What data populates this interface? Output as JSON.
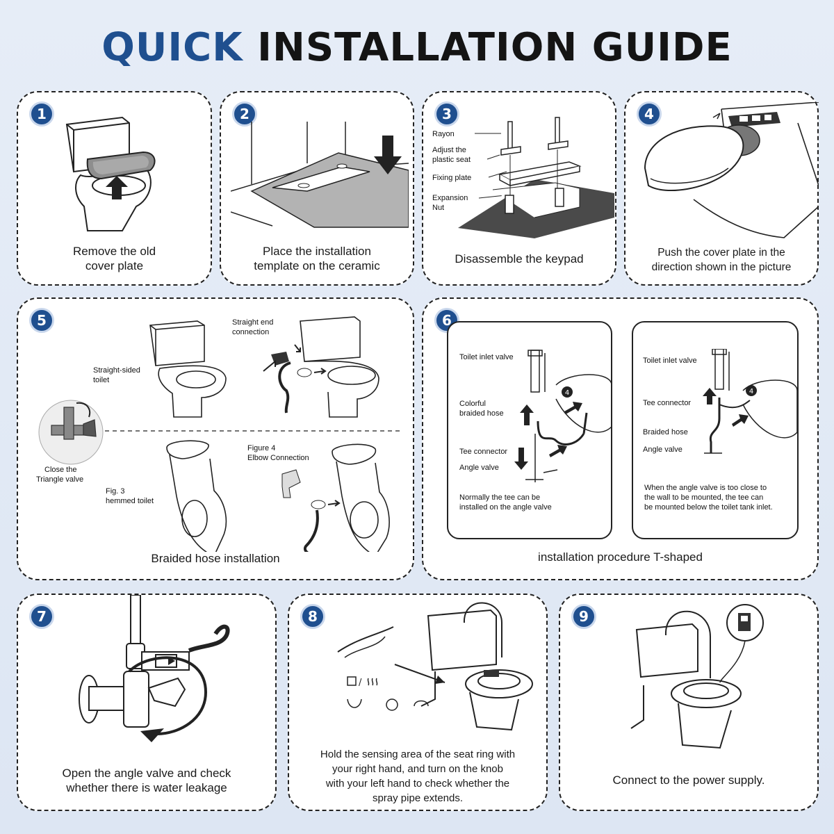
{
  "title": {
    "part1": "QUICK",
    "part2": "INSTALLATION GUIDE"
  },
  "colors": {
    "accent": "#1f4f8f",
    "background": "#e3eaf5",
    "card": "#ffffff",
    "text": "#1a1a1a"
  },
  "steps": [
    {
      "number": "1",
      "caption_line1": "Remove the old",
      "caption_line2": "cover plate"
    },
    {
      "number": "2",
      "caption_line1": "Place the installation",
      "caption_line2": "template on the ceramic"
    },
    {
      "number": "3",
      "caption": "Disassemble the keypad",
      "labels": {
        "rayon": "Rayon",
        "adjust1": "Adjust the",
        "adjust2": "plastic seat",
        "fixing": "Fixing plate",
        "exp1": "Expansion",
        "exp2": "Nut"
      }
    },
    {
      "number": "4",
      "caption_line1": "Push the cover plate in the",
      "caption_line2": "direction shown in the picture"
    },
    {
      "number": "5",
      "caption": "Braided hose installation",
      "labels": {
        "straight_end1": "Straight end",
        "straight_end2": "connection",
        "straight_sided1": "Straight-sided",
        "straight_sided2": "toilet",
        "close1": "Close the",
        "close2": "Triangle valve",
        "fig3a": "Fig. 3",
        "fig3b": "hemmed toilet",
        "fig4a": "Figure 4",
        "fig4b": "Elbow Connection"
      }
    },
    {
      "number": "6",
      "caption": "installation procedure T-shaped",
      "left": {
        "inlet": "Toilet inlet valve",
        "braided1": "Colorful",
        "braided2": "braided hose",
        "tee": "Tee connector",
        "angle": "Angle valve",
        "note1": "Normally the tee can be",
        "note2": "installed on the angle valve",
        "badge": "4"
      },
      "right": {
        "inlet": "Toilet inlet valve",
        "tee": "Tee connector",
        "braided": "Braided hose",
        "angle": "Angle valve",
        "note1": "When the angle valve is too close to",
        "note2": "the wall to be mounted, the tee can",
        "note3": "be mounted below the toilet tank inlet.",
        "badge": "4"
      }
    },
    {
      "number": "7",
      "caption_line1": "Open the angle valve and check",
      "caption_line2": "whether there is water leakage"
    },
    {
      "number": "8",
      "caption_line1": "Hold the sensing area of the seat ring with",
      "caption_line2": "your right hand, and turn on the knob",
      "caption_line3": "with your left hand to check whether the",
      "caption_line4": "spray pipe extends."
    },
    {
      "number": "9",
      "caption": "Connect to the power supply."
    }
  ]
}
